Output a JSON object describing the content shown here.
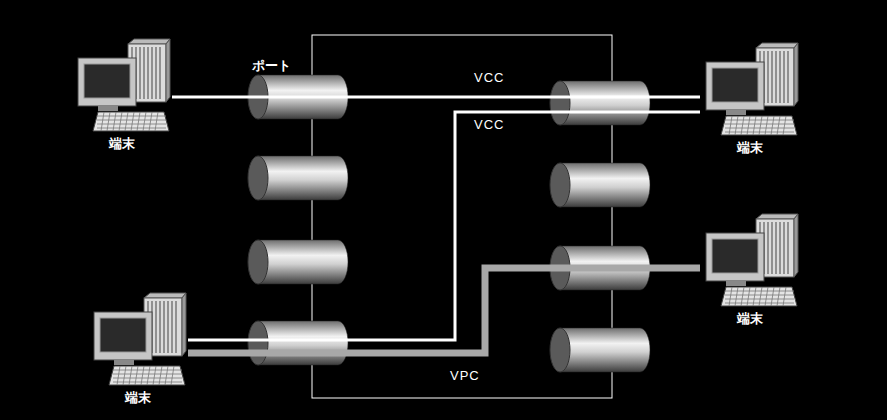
{
  "diagram": {
    "nodes": [
      {
        "text": [
          "端末"
        ]
      },
      {
        "text": [
          "端末"
        ]
      },
      {
        "text": [
          "端末"
        ]
      },
      {
        "text": [
          "端末"
        ]
      }
    ],
    "edges": [
      {
        "from": 0,
        "to": 1,
        "arrow": "none",
        "label": "VCC"
      },
      {
        "from": 3,
        "to": 1,
        "arrow": "none",
        "label": "VCC"
      },
      {
        "from": 3,
        "to": 2,
        "arrow": "none",
        "label": "VPC"
      }
    ],
    "labels": [
      "ポート"
    ]
  }
}
